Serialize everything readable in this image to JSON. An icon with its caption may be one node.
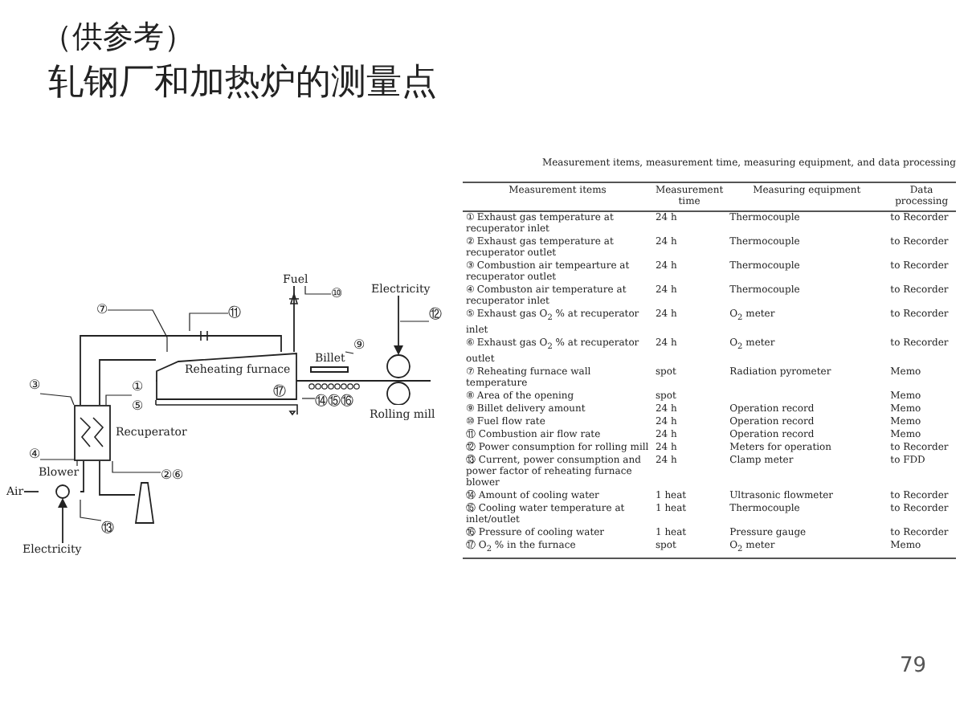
{
  "diagram": {
    "title": "轧钢厂和加热炉的测量点",
    "nodes": [
      {
        "text": [
          "Fuel"
        ]
      },
      {
        "text": [
          "Electricity"
        ]
      },
      {
        "text": [
          "Reheating furnace"
        ]
      },
      {
        "text": [
          "Billet"
        ]
      },
      {
        "text": [
          "Rolling mill"
        ]
      },
      {
        "text": [
          "Recuperator"
        ]
      },
      {
        "text": [
          "Blower"
        ]
      },
      {
        "text": [
          "Air"
        ]
      },
      {
        "text": [
          "Electricity"
        ]
      },
      {
        "text": [],
        "shape": "chimney"
      },
      {
        "text": [
          "⑩"
        ]
      },
      {
        "text": [
          "⑦"
        ]
      },
      {
        "text": [
          "⑪"
        ]
      },
      {
        "text": [
          "⑫"
        ]
      },
      {
        "text": [
          "⑨"
        ]
      },
      {
        "text": [
          "③"
        ]
      },
      {
        "text": [
          "①"
        ]
      },
      {
        "text": [
          "②⑥"
        ]
      },
      {
        "text": [
          "⑭⑮⑯"
        ]
      },
      {
        "text": [
          "④"
        ]
      },
      {
        "text": [
          "⑬"
        ]
      }
    ],
    "edges": [
      {
        "from": 0,
        "to": 2,
        "arrow": "none"
      },
      {
        "from": 1,
        "to": 4,
        "arrow": "to"
      },
      {
        "from": 7,
        "to": 6,
        "arrow": "none"
      },
      {
        "from": 6,
        "to": 5,
        "arrow": "none"
      },
      {
        "from": 5,
        "to": 2,
        "arrow": "none"
      },
      {
        "from": 2,
        "to": 5,
        "arrow": "none"
      },
      {
        "from": 5,
        "to": 9,
        "arrow": "none"
      },
      {
        "from": 8,
        "to": 6,
        "arrow": "to"
      },
      {
        "from": 10,
        "to": 0,
        "arrow": "none"
      },
      {
        "from": 11,
        "to": 2,
        "arrow": "none"
      },
      {
        "from": 12,
        "to": null,
        "arrow": "none"
      },
      {
        "from": 13,
        "to": null,
        "arrow": "none"
      },
      {
        "from": 14,
        "to": 3,
        "arrow": "none"
      },
      {
        "from": 15,
        "to": 5,
        "arrow": "none"
      },
      {
        "from": 16,
        "to": 5,
        "arrow": "none"
      },
      {
        "from": 17,
        "to": 5,
        "arrow": "none"
      },
      {
        "from": 18,
        "to": null,
        "arrow": "none"
      },
      {
        "from": 19,
        "to": 6,
        "arrow": "none"
      },
      {
        "from": 20,
        "to": 6,
        "arrow": "none"
      }
    ],
    "labels": [
      "（供参考）",
      "Measurement items, measurement time, measuring equipment, and data processing",
      "Measurement items",
      "Measurement time",
      "Measuring equipment",
      "Data processing",
      "① Exhaust gas temperature at recuperator inlet",
      "24 h",
      "Thermocouple",
      "to Recorder",
      "② Exhaust gas temperature at recuperator outlet",
      "24 h",
      "Thermocouple",
      "to Recorder",
      "③ Combustion air tempearture at recuperator outlet",
      "24 h",
      "Thermocouple",
      "to Recorder",
      "④ Combuston air temperature at recuperator inlet",
      "24 h",
      "Thermocouple",
      "to Recorder",
      "⑤ Exhaust gas O$_{2}$ % at recuperator inlet",
      "24 h",
      "O$_{2}$ meter",
      "to Recorder",
      "⑥ Exhaust gas O$_{2}$ % at recuperator outlet",
      "24 h",
      "O$_{2}$ meter",
      "to Recorder",
      "⑦ Reheating furnace wall temperature",
      "spot",
      "Radiation pyrometer",
      "Memo",
      "⑧ Area of the opening",
      "spot",
      "Memo",
      "⑨ Billet delivery amount",
      "24 h",
      "Operation record",
      "Memo",
      "⑩ Fuel flow rate",
      "24 h",
      "Operation record",
      "Memo",
      "⑪ Combustion air flow rate",
      "24 h",
      "Operation record",
      "Memo",
      "⑫ Power consumption for rolling mill",
      "24 h",
      "Meters for operation",
      "to Recorder",
      "⑬ Current, power consumption and power factor of reheating furnace blower",
      "24 h",
      "Clamp meter",
      "to FDD",
      "⑭ Amount of cooling water",
      "1 heat",
      "Ultrasonic flowmeter",
      "to Recorder",
      "⑮ Cooling water temperature at inlet/outlet",
      "1 heat",
      "Thermocouple",
      "to Recorder",
      "⑯ Pressure of cooling water",
      "1 heat",
      "Pressure gauge",
      "to Recorder",
      "⑰ O$_{2}$ % in the furnace",
      "spot",
      "O$_{2}$ meter",
      "Memo",
      "⑤",
      "⑰",
      "79"
    ]
  }
}
